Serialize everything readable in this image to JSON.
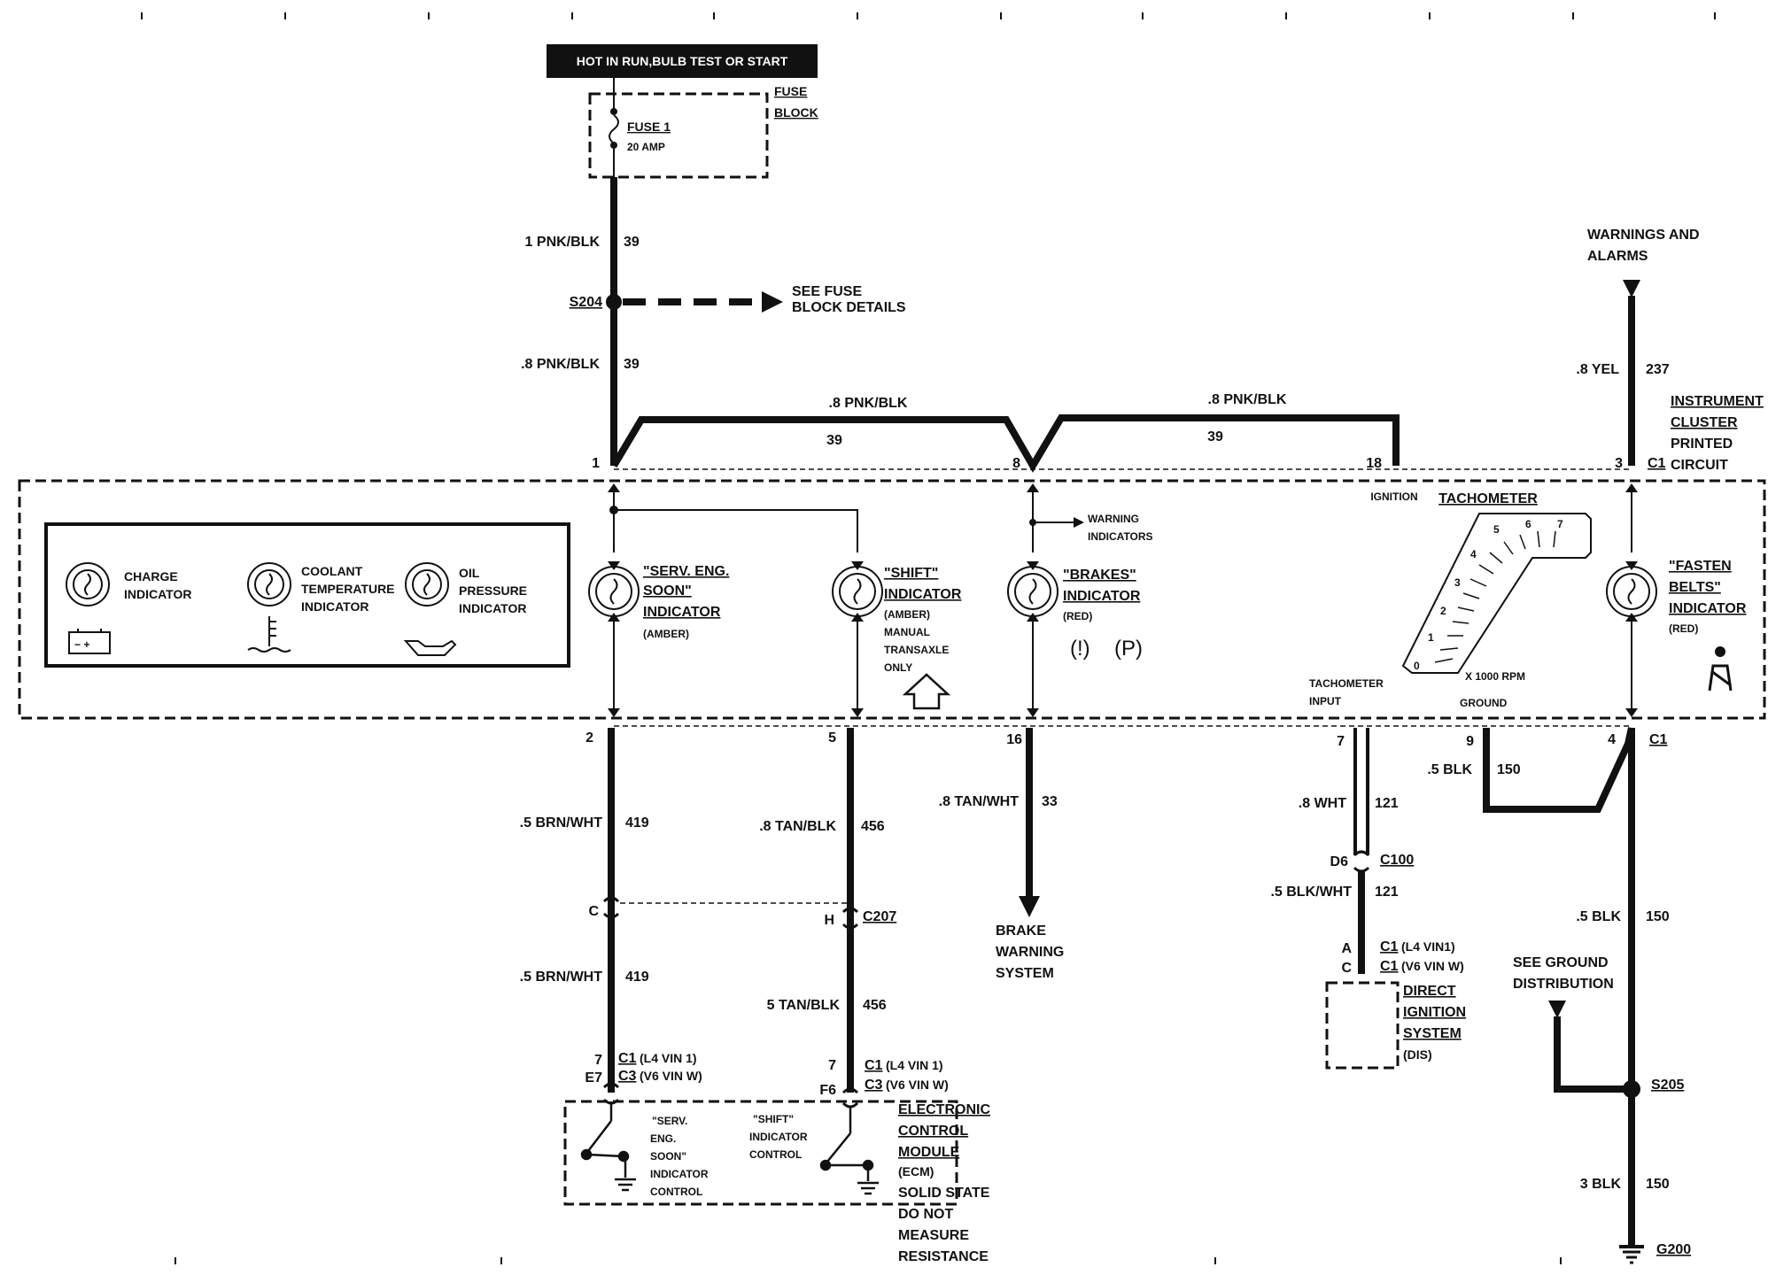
{
  "header": {
    "supply": "HOT IN RUN,BULB TEST OR START"
  },
  "fuse": {
    "name": "FUSE 1",
    "rating": "20 AMP",
    "block_line1": "FUSE",
    "block_line2": "BLOCK"
  },
  "wires": {
    "feed_top_gauge": "1 PNK/BLK",
    "feed_top_circuit": "39",
    "feed_mid_gauge": ".8 PNK/BLK",
    "feed_mid_circuit": "39",
    "bus_left_gauge": ".8 PNK/BLK",
    "bus_left_circuit": "39",
    "bus_right_gauge": ".8 PNK/BLK",
    "bus_right_circuit": "39",
    "yel_gauge": ".8 YEL",
    "yel_circuit": "237",
    "brn_top_gauge": ".5 BRN/WHT",
    "brn_top_circuit": "419",
    "brn_bot_gauge": ".5 BRN/WHT",
    "brn_bot_circuit": "419",
    "tan_top_gauge": ".8 TAN/BLK",
    "tan_top_circuit": "456",
    "tan_bot_gauge": "5 TAN/BLK",
    "tan_bot_circuit": "456",
    "tanwht_gauge": ".8 TAN/WHT",
    "tanwht_circuit": "33",
    "wht_gauge": ".8 WHT",
    "wht_circuit": "121",
    "blkwht_gauge": ".5 BLK/WHT",
    "blkwht_circuit": "121",
    "blk1_gauge": ".5 BLK",
    "blk1_circuit": "150",
    "blk2_gauge": ".5 BLK",
    "blk2_circuit": "150",
    "blk3_gauge": "3 BLK",
    "blk3_circuit": "150"
  },
  "splices": {
    "s204": "S204",
    "s205": "S205",
    "g200": "G200"
  },
  "fuse_details": {
    "line1": "SEE FUSE",
    "line2": "BLOCK DETAILS"
  },
  "warnings": {
    "line1": "WARNINGS AND",
    "line2": "ALARMS"
  },
  "cluster": {
    "line1": "INSTRUMENT",
    "line2": "CLUSTER",
    "line3": "PRINTED",
    "line4": "CIRCUIT",
    "conn": "C1",
    "conn_bottom": "C1"
  },
  "pins": {
    "p1": "1",
    "p8": "8",
    "p18": "18",
    "p3": "3",
    "p2": "2",
    "p5": "5",
    "p16": "16",
    "p7": "7",
    "p9": "9",
    "p4": "4"
  },
  "ignition": "IGNITION",
  "legend": {
    "charge1": "CHARGE",
    "charge2": "INDICATOR",
    "coolant1": "COOLANT",
    "coolant2": "TEMPERATURE",
    "coolant3": "INDICATOR",
    "oil1": "OIL",
    "oil2": "PRESSURE",
    "oil3": "INDICATOR"
  },
  "indicators": {
    "serv1": "\"SERV. ENG.",
    "serv2": "SOON\"",
    "serv3": "INDICATOR",
    "serv4": "(AMBER)",
    "shift1": "\"SHIFT\"",
    "shift2": "INDICATOR",
    "shift3": "(AMBER)",
    "shift4": "MANUAL",
    "shift5": "TRANSAXLE",
    "shift6": "ONLY",
    "brakes1": "\"BRAKES\"",
    "brakes2": "INDICATOR",
    "brakes3": "(RED)",
    "brakes4": "(!)",
    "brakes5": "(P)",
    "fasten1": "\"FASTEN",
    "fasten2": "BELTS\"",
    "fasten3": "INDICATOR",
    "fasten4": "(RED)",
    "warn1": "WARNING",
    "warn2": "INDICATORS"
  },
  "tach": {
    "title": "TACHOMETER",
    "units": "X 1000 RPM",
    "ticks": [
      "0",
      "1",
      "2",
      "3",
      "4",
      "5",
      "6",
      "7"
    ],
    "input1": "TACHOMETER",
    "input2": "INPUT",
    "ground": "GROUND"
  },
  "connectors": {
    "c_left": "C",
    "h_mid": "H",
    "c207": "C207",
    "d6": "D6",
    "c100": "C100",
    "a": "A",
    "c_dis": "C",
    "c1_l4": "C1",
    "c1_l4_txt": "(L4 VIN1)",
    "c1_v6": "C1",
    "c1_v6_txt": "(V6 VIN W)",
    "ecm_l_7": "7",
    "ecm_l_e7": "E7",
    "ecm_l_c1": "C1",
    "ecm_l_c1_txt": "(L4 VIN 1)",
    "ecm_l_c3": "C3",
    "ecm_l_c3_txt": "(V6 VIN W)",
    "ecm_r_7": "7",
    "ecm_r_f6": "F6",
    "ecm_r_c1": "C1",
    "ecm_r_c1_txt": "(L4 VIN 1)",
    "ecm_r_c3": "C3",
    "ecm_r_c3_txt": "(V6 VIN W)"
  },
  "brake_sys": {
    "line1": "BRAKE",
    "line2": "WARNING",
    "line3": "SYSTEM"
  },
  "dis": {
    "line1": "DIRECT",
    "line2": "IGNITION",
    "line3": "SYSTEM",
    "line4": "(DIS)"
  },
  "ground_dist": {
    "line1": "SEE GROUND",
    "line2": "DISTRIBUTION"
  },
  "ecm": {
    "serv1": "\"SERV.",
    "serv2": "ENG.",
    "serv3": "SOON\"",
    "serv4": "INDICATOR",
    "serv5": "CONTROL",
    "shift1": "\"SHIFT\"",
    "shift2": "INDICATOR",
    "shift3": "CONTROL",
    "label1": "ELECTRONIC",
    "label2": "CONTROL",
    "label3": "MODULE",
    "label4": "(ECM)",
    "label5": "SOLID STATE",
    "label6": "DO NOT",
    "label7": "MEASURE",
    "label8": "RESISTANCE"
  }
}
